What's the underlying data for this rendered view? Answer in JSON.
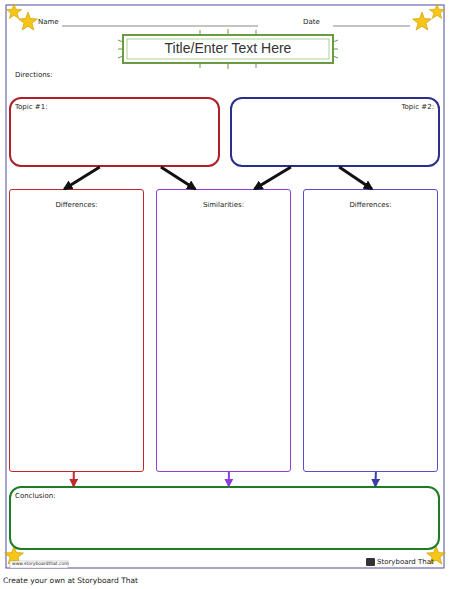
{
  "diagram": {
    "title": "Title/Enter Text Here",
    "nodes": [
      {
        "text": [
          "Topic #1:"
        ]
      },
      {
        "text": [
          "Topic #2:"
        ]
      },
      {
        "text": [
          "Differences:"
        ]
      },
      {
        "text": [
          "Similarities:"
        ]
      },
      {
        "text": [
          "Differences:"
        ]
      },
      {
        "text": [
          "Conclusion:"
        ]
      }
    ],
    "edges": [
      {
        "from": 0,
        "to": 2,
        "arrow": "to"
      },
      {
        "from": 0,
        "to": 3,
        "arrow": "to"
      },
      {
        "from": 1,
        "to": 3,
        "arrow": "to"
      },
      {
        "from": 1,
        "to": 4,
        "arrow": "to"
      },
      {
        "from": 2,
        "to": 5,
        "arrow": "to"
      },
      {
        "from": 3,
        "to": 5,
        "arrow": "to"
      },
      {
        "from": 4,
        "to": 5,
        "arrow": "to"
      }
    ],
    "labels": [
      "Name",
      "Date",
      "Directions:",
      "www.storyboardthat.com",
      "Storyboard That",
      "Create your own at Storyboard That"
    ]
  }
}
